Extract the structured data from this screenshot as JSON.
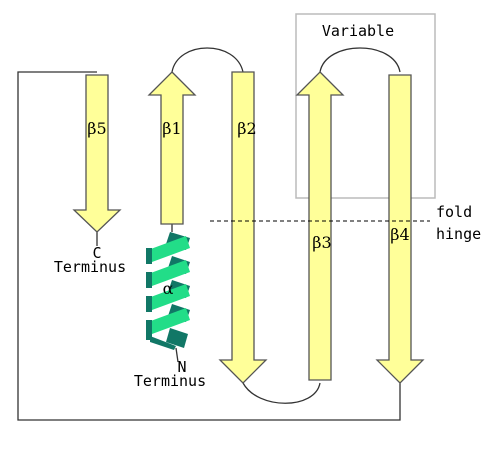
{
  "strands": {
    "b5": "β5",
    "b1": "β1",
    "b2": "β2",
    "b3": "β3",
    "b4": "β4"
  },
  "helix": {
    "label": "α"
  },
  "termini": {
    "c_letter": "C",
    "c_word": "Terminus",
    "n_letter": "N",
    "n_word": "Terminus"
  },
  "variable_region": {
    "label": "Variable"
  },
  "fold_hinge": {
    "line1": "fold",
    "line2": "hinge"
  },
  "colors": {
    "strand_fill": "#ffff99",
    "strand_stroke": "#555555",
    "helix_front": "#22dd88",
    "helix_back": "#117766",
    "connector": "#333333",
    "variable_box": "#bbbbbb"
  }
}
